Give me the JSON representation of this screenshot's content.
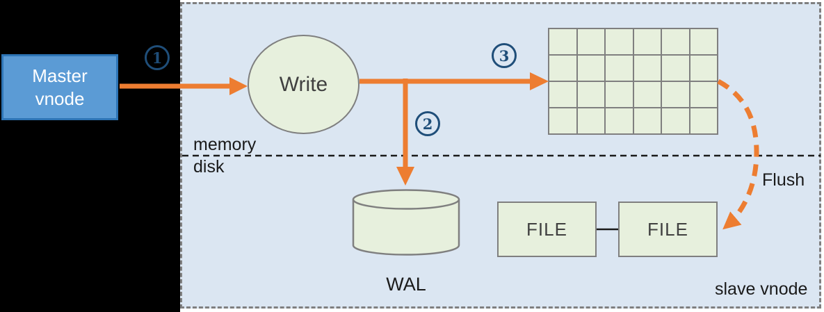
{
  "colors": {
    "orange": "#ed7d31",
    "region-bg": "#dbe6f2",
    "region-border": "#7f7f7f",
    "node-green": "#e7f0dd",
    "node-border": "#7f7f7f",
    "master-blue": "#5b9bd5",
    "master-border": "#2e75b6",
    "step-blue": "#1f4e79",
    "text-dark": "#404040",
    "text-black": "#1a1a1a"
  },
  "nodes": {
    "master": {
      "label": "Master\nvnode"
    },
    "write": {
      "label": "Write"
    },
    "wal": {
      "label": "WAL"
    },
    "file1": {
      "label": "FILE"
    },
    "file2": {
      "label": "FILE"
    }
  },
  "labels": {
    "memory": "memory",
    "disk": "disk",
    "flush": "Flush",
    "slave_vnode": "slave vnode"
  },
  "steps": [
    {
      "number": "1"
    },
    {
      "number": "2"
    },
    {
      "number": "3"
    }
  ],
  "memory_grid": {
    "rows": 4,
    "columns": 6
  }
}
